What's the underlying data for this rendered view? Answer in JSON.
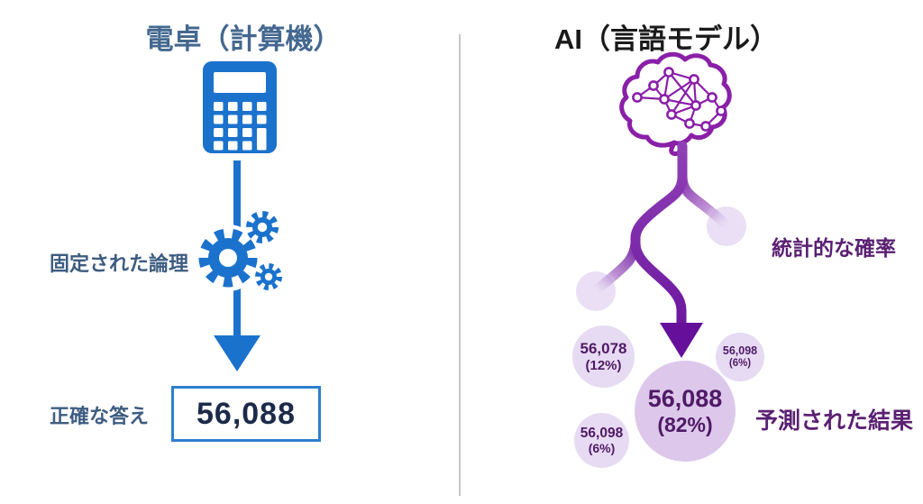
{
  "left": {
    "title": "電卓（計算機）",
    "logic_label": "固定された論理",
    "answer_label": "正確な答え",
    "answer_value": "56,088",
    "icons": [
      "calculator-icon",
      "gears-icon",
      "down-arrow-icon"
    ],
    "colors": {
      "icon_blue": "#1b72cc",
      "label_steel_blue": "#3d5c80",
      "title_steel_blue": "#44688f",
      "answer_navy": "#1c2b49",
      "box_border_blue": "#2e7fd0"
    }
  },
  "right": {
    "title": "AI（言語モデル）",
    "probability_label": "統計的な確率",
    "result_label": "予測された結果",
    "icons": [
      "brain-network-icon",
      "branching-arrow-icon"
    ],
    "bubbles": [
      {
        "position": "top-left",
        "value": "56,078",
        "percent": "(12%)"
      },
      {
        "position": "bottom-left",
        "value": "56,098",
        "percent": "(6%)"
      },
      {
        "position": "center-large",
        "value": "56,088",
        "percent": "(82%)"
      },
      {
        "position": "top-right",
        "value": "56,098",
        "percent": "(6%)"
      }
    ],
    "colors": {
      "brain_purple": "#8a1fa8",
      "arrow_gradient_top": "#9141b6",
      "arrow_gradient_bottom": "#650f9b",
      "bubble_light": "#e7dbf3",
      "bubble_large": "#ddc8ec",
      "text_dark_purple": "#5a2072"
    }
  },
  "divider_color": "#c6c6c6"
}
